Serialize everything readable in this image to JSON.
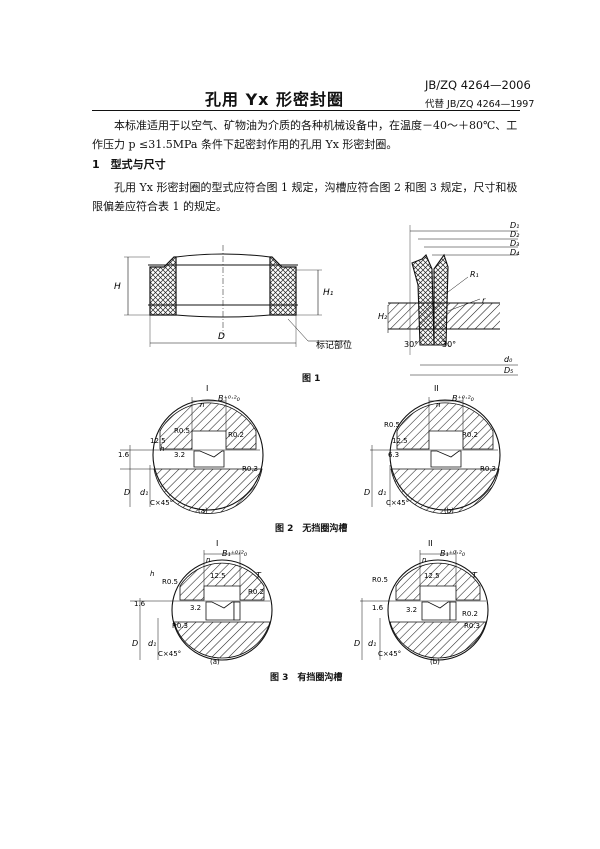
{
  "header": {
    "title": "孔用 Yx 形密封圈",
    "standard_no": "JB/ZQ 4264—2006",
    "replaces": "代替 JB/ZQ 4264—1997"
  },
  "body": {
    "intro": "本标准适用于以空气、矿物油为介质的各种机械设备中，在温度－40～＋80℃、工作压力 p ≤31.5MPa 条件下起密封作用的孔用 Yx 形密封圈。",
    "section_1_heading": "1　型式与尺寸",
    "section_1_text": "孔用 Yx 形密封圈的型式应符合图 1 规定，沟槽应符合图 2 和图 3 规定，尺寸和极限偏差应符合表 1 的规定。"
  },
  "figure1": {
    "caption": "图 1",
    "label_H": "H",
    "label_H1": "H₁",
    "label_D": "D",
    "label_mark": "标记部位",
    "label_D1": "D₁",
    "label_D2": "D₂",
    "label_D3": "D₃",
    "label_D4": "D₄",
    "label_D5": "D₅",
    "label_d0": "d₀",
    "label_R1": "R₁",
    "label_r": "r",
    "label_H2": "H₂",
    "label_30a": "30°",
    "label_30b": "30°"
  },
  "figure2": {
    "caption": "图 2　无挡圈沟槽",
    "a_view": "I",
    "b_view": "II",
    "label_B": "B⁺⁰·²₀",
    "label_n": "n",
    "label_R05": "R0.5",
    "label_R02": "R0.2",
    "label_R03": "R0.3",
    "label_125": "12.5",
    "label_16": "1.6",
    "label_32": "3.2",
    "label_63": "6.3",
    "label_h": "h",
    "label_D": "D",
    "label_d1": "d₁",
    "label_CX45": "C×45°",
    "sub_a": "(a)",
    "sub_b": "(b)"
  },
  "figure3": {
    "caption": "图 3　有挡圈沟槽",
    "a_view": "I",
    "b_view": "II",
    "label_B1": "B₁⁺⁰·²₀",
    "label_T": "T",
    "label_n": "n",
    "label_R05": "R0.5",
    "label_R02": "R0.2",
    "label_R03": "R0.3",
    "label_125": "12.5",
    "label_16": "1.6",
    "label_32": "3.2",
    "label_h": "h",
    "label_D": "D",
    "label_d1": "d₁",
    "label_CX45": "C×45°",
    "sub_a": "(a)",
    "sub_b": "(b)"
  }
}
